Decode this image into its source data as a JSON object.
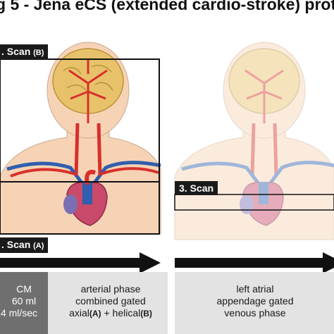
{
  "title": "g 5 - Jena eCS (extended cardio-stroke) prot",
  "scans": {
    "scan_b": {
      "label": ". Scan",
      "sub": "(B)"
    },
    "scan_a": {
      "label": ". Scan",
      "sub": "(A)"
    },
    "scan_3": {
      "label": "3. Scan"
    }
  },
  "contrast": {
    "line1": "CM",
    "line2": "60 ml",
    "line3": "4 ml/sec"
  },
  "phase_a": {
    "line1": "arterial phase",
    "line2": "combined gated",
    "line3_a": "axial",
    "line3_sub_a": "(A)",
    "line3_plus": " + ",
    "line3_b": "helical",
    "line3_sub_b": "(B)"
  },
  "phase_b": {
    "line1": "left atrial",
    "line2": "appendage gated",
    "line3": "venous phase"
  },
  "colors": {
    "skin": "#f7d3b5",
    "skin_faded": "#fbe8db",
    "brain": "#e8c26a",
    "artery": "#d8302c",
    "vein": "#2f5fae",
    "heart": "#c94a6a",
    "atrium": "#7a6fb3",
    "panel": "#e3e3e3",
    "cm_box": "#6f6f6f"
  }
}
